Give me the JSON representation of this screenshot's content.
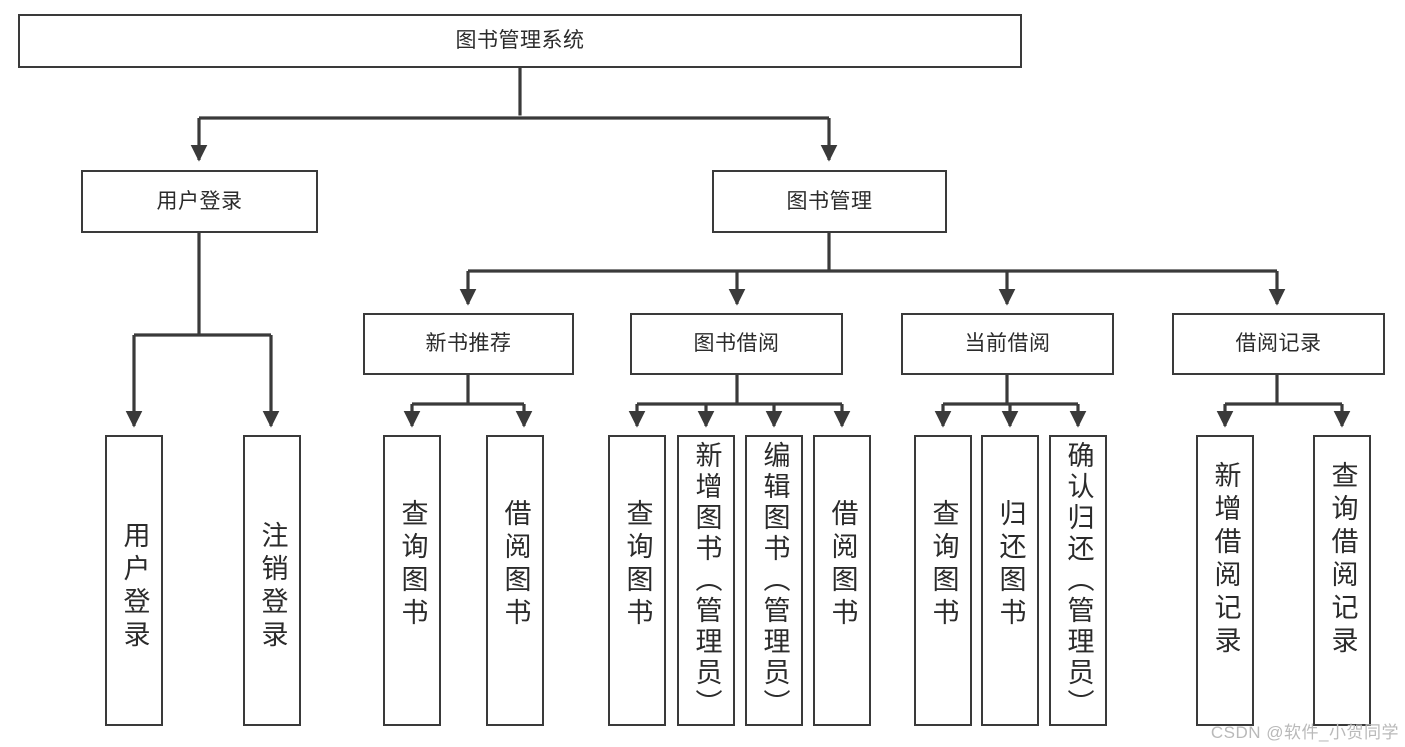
{
  "diagram": {
    "type": "tree-hierarchy-chart",
    "title": "图书管理系统",
    "line_color": "#3a3a3a",
    "box_fill": "#ffffff",
    "text_color": "#2b2b2b",
    "watermark": "CSDN @软件_小贺同学",
    "nodes": {
      "root": {
        "label": "图书管理系统"
      },
      "level2": [
        {
          "id": "user-login",
          "label": "用户登录"
        },
        {
          "id": "book-manage",
          "label": "图书管理"
        }
      ],
      "level3": [
        {
          "id": "new-book-recommend",
          "label": "新书推荐"
        },
        {
          "id": "book-borrow",
          "label": "图书借阅"
        },
        {
          "id": "current-borrow",
          "label": "当前借阅"
        },
        {
          "id": "borrow-record",
          "label": "借阅记录"
        }
      ],
      "leaves": {
        "user_login": [
          {
            "id": "leaf-user-login",
            "label": "用户登录"
          },
          {
            "id": "leaf-logout-login",
            "label": "注销登录"
          }
        ],
        "new_book_recommend": [
          {
            "id": "leaf-query-book-1",
            "label": "查询图书"
          },
          {
            "id": "leaf-borrow-book-1",
            "label": "借阅图书"
          }
        ],
        "book_borrow": [
          {
            "id": "leaf-query-book-2",
            "label": "查询图书"
          },
          {
            "id": "leaf-add-book",
            "label": "新增图书（管理员）"
          },
          {
            "id": "leaf-edit-book",
            "label": "编辑图书（管理员）"
          },
          {
            "id": "leaf-borrow-book-2",
            "label": "借阅图书"
          }
        ],
        "current_borrow": [
          {
            "id": "leaf-query-book-3",
            "label": "查询图书"
          },
          {
            "id": "leaf-return-book",
            "label": "归还图书"
          },
          {
            "id": "leaf-confirm-return",
            "label": "确认归还（管理员）"
          }
        ],
        "borrow_record": [
          {
            "id": "leaf-add-record",
            "label": "新增借阅记录"
          },
          {
            "id": "leaf-query-record",
            "label": "查询借阅记录"
          }
        ]
      }
    }
  }
}
